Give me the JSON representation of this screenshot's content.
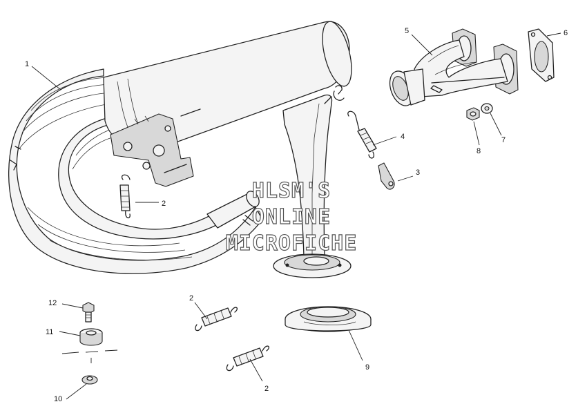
{
  "callouts": {
    "p1": "1",
    "p2a": "2",
    "p2b": "2",
    "p2c": "2",
    "p3": "3",
    "p4": "4",
    "p5": "5",
    "p6": "6",
    "p7": "7",
    "p8": "8",
    "p9": "9",
    "p10": "10",
    "p11": "11",
    "p12": "12"
  },
  "watermark": {
    "line1": "HLSM'S",
    "line2": "ONLINE",
    "line3": "MICROFICHE"
  }
}
